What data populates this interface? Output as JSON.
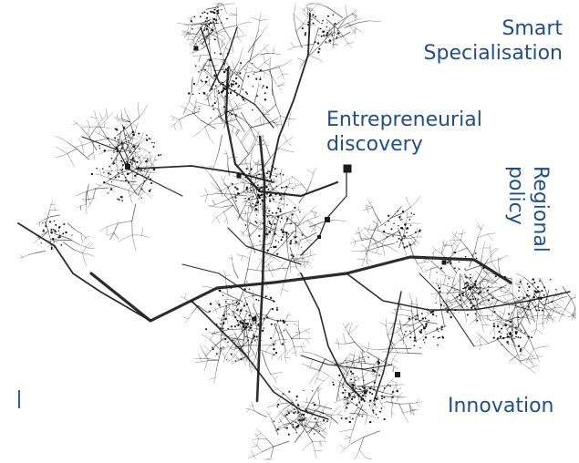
{
  "labels": {
    "smart_line1": "Smart",
    "smart_line2": "Specialisation",
    "entrepreneurial_line1": "Entrepreneurial",
    "entrepreneurial_line2": "discovery",
    "regional_line1": "Regional",
    "regional_line2": "policy",
    "innovation": "Innovation"
  },
  "colors": {
    "label_text": "#1f4e8c",
    "network_lines": "#1a1a1a",
    "background": "#ffffff"
  }
}
